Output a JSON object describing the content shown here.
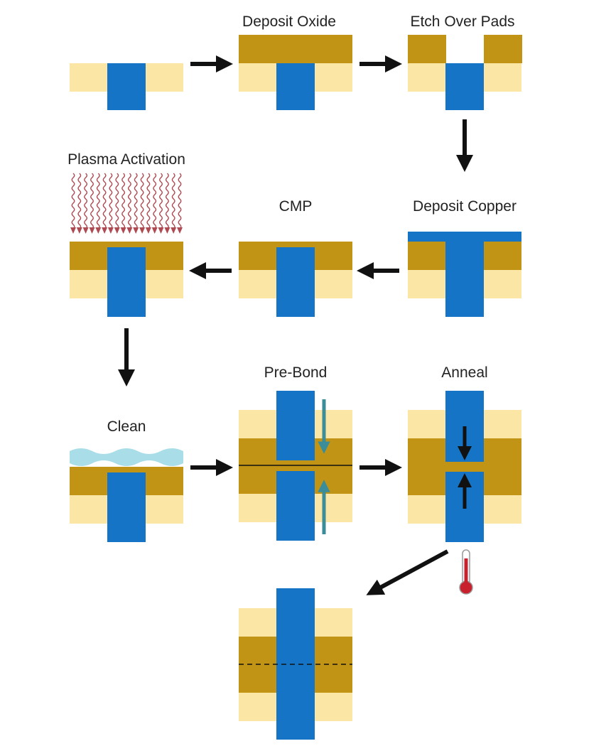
{
  "labels": {
    "deposit_oxide": "Deposit Oxide",
    "etch_over_pads": "Etch Over Pads",
    "plasma_activation": "Plasma Activation",
    "cmp": "CMP",
    "deposit_copper": "Deposit Copper",
    "clean": "Clean",
    "pre_bond": "Pre-Bond",
    "anneal": "Anneal"
  },
  "colors": {
    "substrate": "#fbe6a5",
    "oxide": "#c19416",
    "copper_pad": "#1674c7",
    "arrow": "#111111",
    "plasma": "#b04a52",
    "water": "#a9dde8",
    "compress_arrow": "#3a8d99",
    "thermometer": "#c8202c"
  },
  "icons": {
    "flow_arrow": "arrow-icon",
    "plasma": "plasma-wave-icon",
    "water": "water-wave-icon",
    "heat": "thermometer-icon"
  }
}
